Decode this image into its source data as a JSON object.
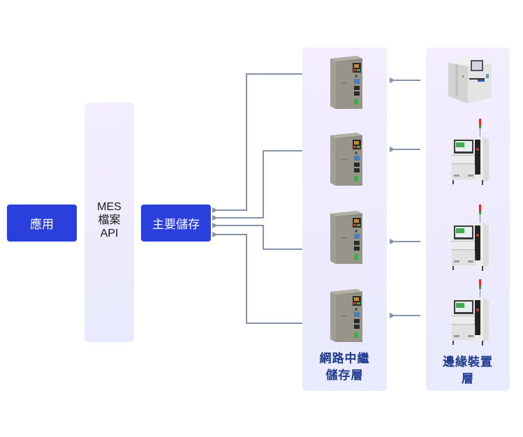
{
  "diagram": {
    "app_box": {
      "label": "應用"
    },
    "mes_api": {
      "lines": [
        "MES",
        "檔案",
        "API"
      ]
    },
    "primary_storage": {
      "label": "主要儲存"
    },
    "relay_layer": {
      "label_lines": [
        "網路中繼",
        "儲存層"
      ],
      "devices": [
        "relay-gateway-1",
        "relay-gateway-2",
        "relay-gateway-3",
        "relay-gateway-4"
      ]
    },
    "edge_layer": {
      "label_lines": [
        "邊緣裝置",
        "層"
      ],
      "devices": [
        "inspection-machine-1",
        "inspection-machine-2",
        "inspection-machine-3",
        "inspection-machine-4"
      ]
    },
    "colors": {
      "box_fill": "#2b3fdc",
      "connector": "#8592aa",
      "layer_label": "#1f3a8f"
    }
  }
}
